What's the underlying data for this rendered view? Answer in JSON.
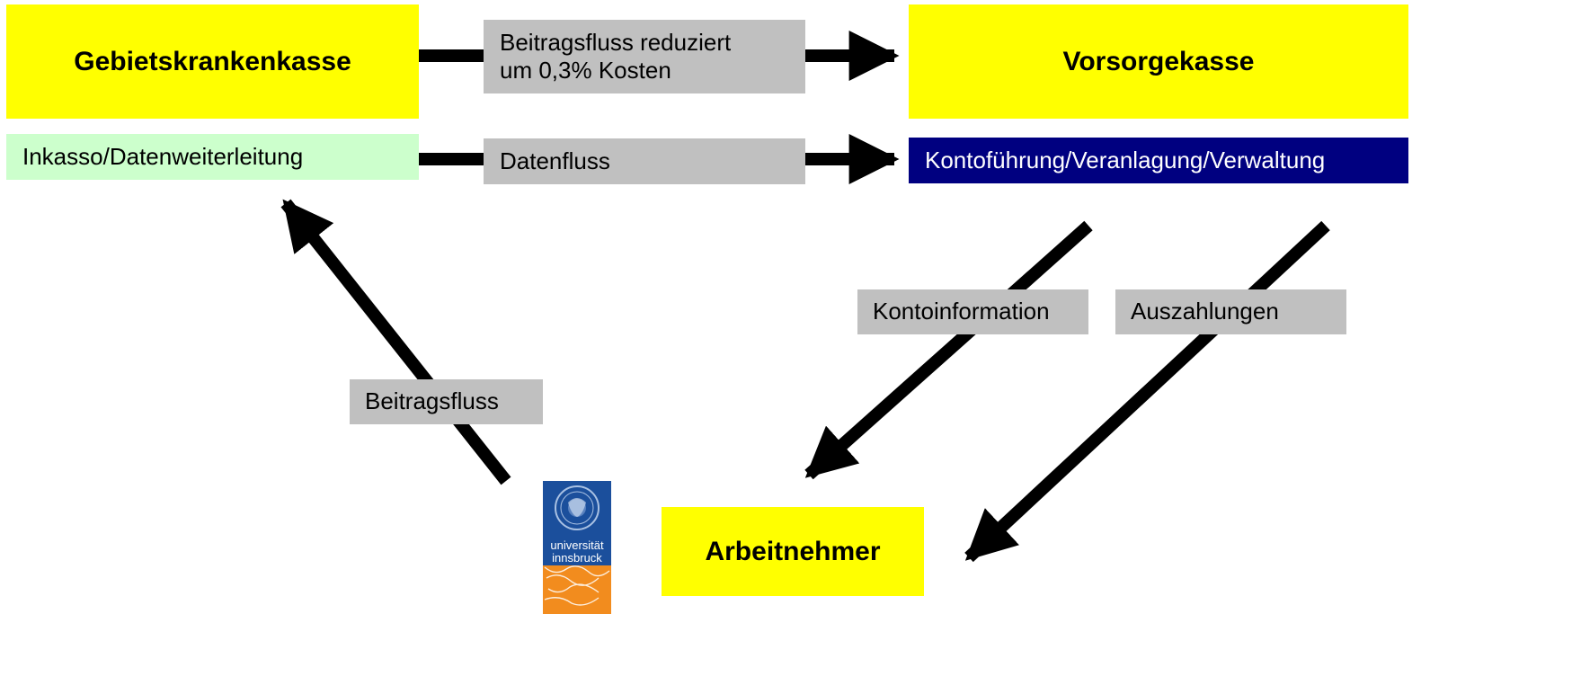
{
  "nodes": {
    "gebietskrankenkasse": "Gebietskrankenkasse",
    "vorsorgekasse": "Vorsorgekasse",
    "inkasso": "Inkasso/Datenweiterleitung",
    "kontofuehrung": "Kontoführung/Veranlagung/Verwaltung",
    "arbeitnehmer": "Arbeitnehmer"
  },
  "labels": {
    "beitragsfluss_reduziert": "Beitragsfluss reduziert um 0,3% Kosten",
    "datenfluss": "Datenfluss",
    "kontoinformation": "Kontoinformation",
    "auszahlungen": "Auszahlungen",
    "beitragsfluss": "Beitragsfluss"
  },
  "logo": {
    "line1": "universität",
    "line2": "innsbruck"
  },
  "colors": {
    "yellow": "#ffff00",
    "gray": "#c0c0c0",
    "green": "#ccffcc",
    "navy": "#000080",
    "logo_blue": "#1b4f9c",
    "logo_orange": "#f28c1e"
  }
}
